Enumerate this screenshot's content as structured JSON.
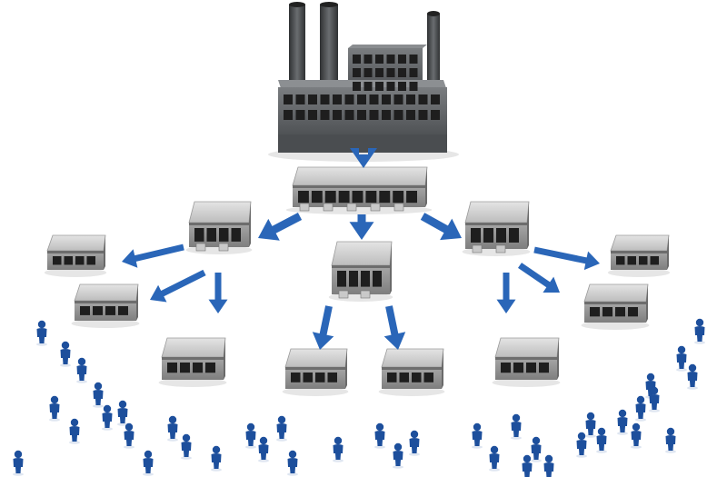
{
  "diagram": {
    "watermark_text": "",
    "colors": {
      "factory_dark": "#3b3d40",
      "factory_mid": "#55585c",
      "factory_light": "#7c7f83",
      "warehouse_roof": "#d3d3d3",
      "warehouse_wall": "#9a9a9a",
      "warehouse_dark": "#4a4a4a",
      "window": "#1e1e1e",
      "arrow": "#2a66b8",
      "people": "#1d4f9c",
      "shadow": "#e6e6e6"
    },
    "tiers": [
      {
        "name": "factory",
        "count": 1
      },
      {
        "name": "central-distribution-center",
        "count": 1
      },
      {
        "name": "regional-warehouses",
        "count": 3
      },
      {
        "name": "local-stores",
        "count": 8
      },
      {
        "name": "customers",
        "count": 40
      }
    ],
    "icons": [
      "factory-icon",
      "warehouse-icon",
      "store-icon",
      "arrow-icon",
      "person-icon"
    ]
  }
}
